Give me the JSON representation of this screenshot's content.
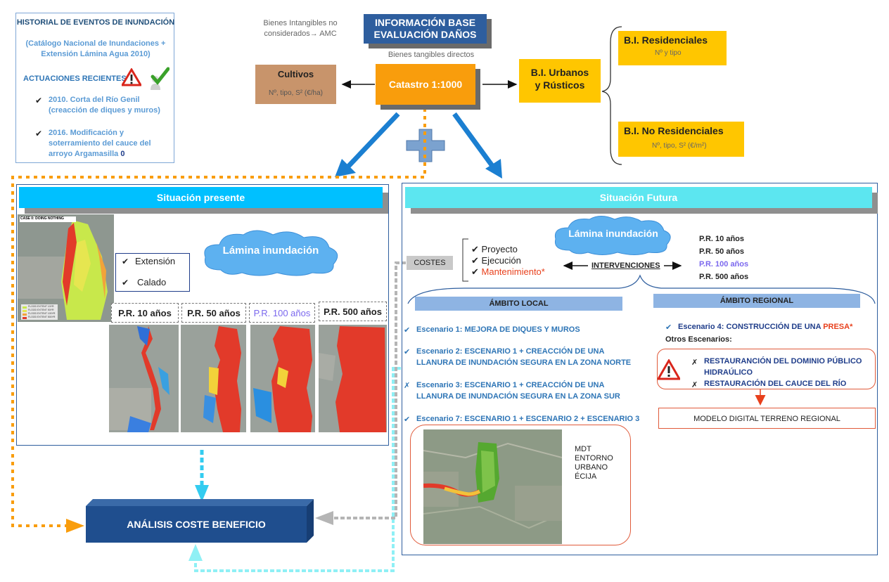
{
  "history": {
    "title": "HISTORIAL DE EVENTOS DE INUNDACIÓN",
    "subtitle": "(Catálogo Nacional de Inundaciones + Extensión Lámina Agua 2010)",
    "recent_label": "ACTUACIONES RECIENTES",
    "items": [
      "2010. Corta del Río Genil (creacción de diques y muros)",
      "2016. Modificación y soterramiento del cauce del arroyo Argamasilla"
    ],
    "item2_suffix": "0"
  },
  "top": {
    "info_title": "INFORMACIÓN BASE\nEVALUACIÓN DAÑOS",
    "intangibles": "Bienes Intangibles no\nconsiderados→ AMC",
    "tangibles": "Bienes tangibles directos",
    "cultivos": "Cultivos",
    "cultivos_sub": "Nº, tipo, S² (€/ha)",
    "catastro": "Catastro 1:1000",
    "bi_urbanos": "B.I. Urbanos\ny Rústicos",
    "bi_residenciales": "B.I. Residenciales",
    "bi_residenciales_sub": "Nº y  tipo",
    "bi_no_residenciales": "B.I. No Residenciales",
    "bi_no_residenciales_sub": "Nº, tipo, S² (€/m²)"
  },
  "present": {
    "header": "Situación presente",
    "lamina": "Lámina inundación",
    "checks": [
      "Extensión",
      "Calado"
    ],
    "pr_labels": [
      "P.R. 10 años",
      "P.R. 50 años",
      "P.R. 100 años",
      "P.R. 500 años"
    ],
    "map_caption": "CASE 0: DOING NOTHING",
    "legend": [
      "FLOOD EXTENT 10YR",
      "FLOOD EXTENT 50YR",
      "FLOOD EXTENT 100YR",
      "FLOOD EXTENT 500YR"
    ]
  },
  "future": {
    "header": "Situación Futura",
    "lamina": "Lámina inundación",
    "costes": "COSTES",
    "cost_items": [
      "Proyecto",
      "Ejecución",
      "Mantenimiento*"
    ],
    "intervenciones": "INTERVENCIONES",
    "pr_labels": [
      "P.R. 10 años",
      "P.R. 50 años",
      "P.R. 100 años",
      "P.R. 500 años"
    ],
    "ambito_local": "ÁMBITO LOCAL",
    "ambito_regional": "ÁMBITO REGIONAL",
    "scenarios": [
      "Escenario 1: MEJORA DE DIQUES Y MUROS",
      "Escenario 2: ESCENARIO 1 + CREACCIÓN DE UNA\nLLANURA DE INUNDACIÓN SEGURA EN LA ZONA NORTE",
      "Escenario 3: ESCENARIO 1 + CREACCIÓN DE UNA\nLLANURA DE INUNDACIÓN SEGURA EN LA ZONA SUR",
      "Escenario 7: ESCENARIO 1 + ESCENARIO 2 + ESCENARIO 3"
    ],
    "scenario4_prefix": "Escenario 4: CONSTRUCCIÓN DE UNA ",
    "scenario4_highlight": "PRESA",
    "scenario4_star": "*",
    "otros": "Otros Escenarios:",
    "regional_items": [
      "RESTAURANCIÓN DEL DOMINIO PÚBLICO\nHIDRAÚLICO",
      "RESTAURACIÓN DEL CAUCE DEL RÍO"
    ],
    "mdt_regional": "MODELO DIGITAL TERRENO REGIONAL",
    "mdt_local": "MDT\nENTORNO\nURBANO\nÉCIJA"
  },
  "acb": "ANÁLISIS COSTE BENEFICIO",
  "colors": {
    "dark_blue": "#2e5e9e",
    "orange": "#f99d0c",
    "yellow": "#ffc600",
    "cyan": "#00c0ff",
    "light_cyan": "#5ce6f0",
    "red_highlight": "#e8401c",
    "purple_pr100": "#7b68ee"
  }
}
